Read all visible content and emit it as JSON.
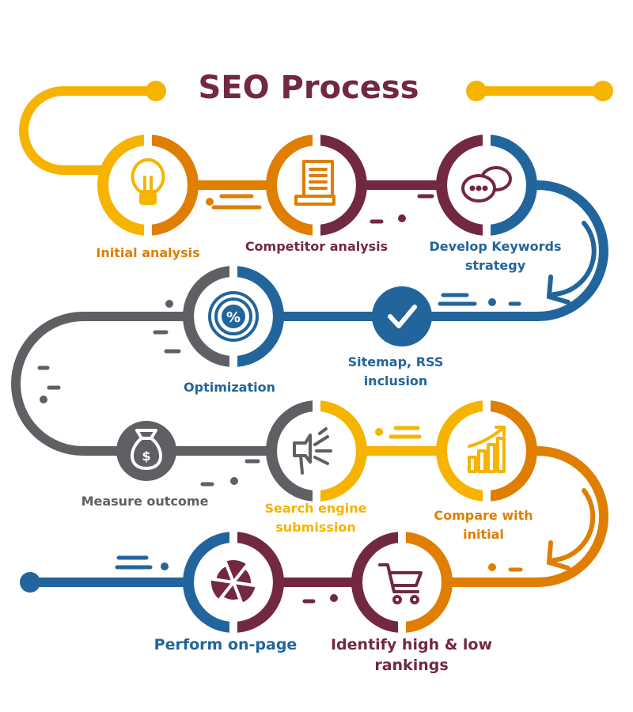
{
  "title": "SEO Process",
  "colors": {
    "yellow": "#F6B300",
    "orange": "#DF7E00",
    "maroon": "#722843",
    "blue": "#22659C",
    "gray": "#5F6064"
  },
  "steps": [
    {
      "label": "Initial analysis",
      "icon": "lightbulb-icon"
    },
    {
      "label": "Competitor analysis",
      "icon": "document-icon"
    },
    {
      "label": "Develop Keywords strategy",
      "icon": "chat-bubbles-icon"
    },
    {
      "label": "Optimization",
      "icon": "percent-gauge-icon"
    },
    {
      "label": "Sitemap, RSS inclusion",
      "icon": "checkmark-icon"
    },
    {
      "label": "Measure outcome",
      "icon": "money-bag-icon"
    },
    {
      "label": "Search engine submission",
      "icon": "megaphone-icon"
    },
    {
      "label": "Compare with initial",
      "icon": "growth-chart-icon"
    },
    {
      "label": "Identify high & low rankings",
      "icon": "shopping-cart-icon"
    },
    {
      "label": "Perform on-page",
      "icon": "pie-chart-icon"
    }
  ]
}
